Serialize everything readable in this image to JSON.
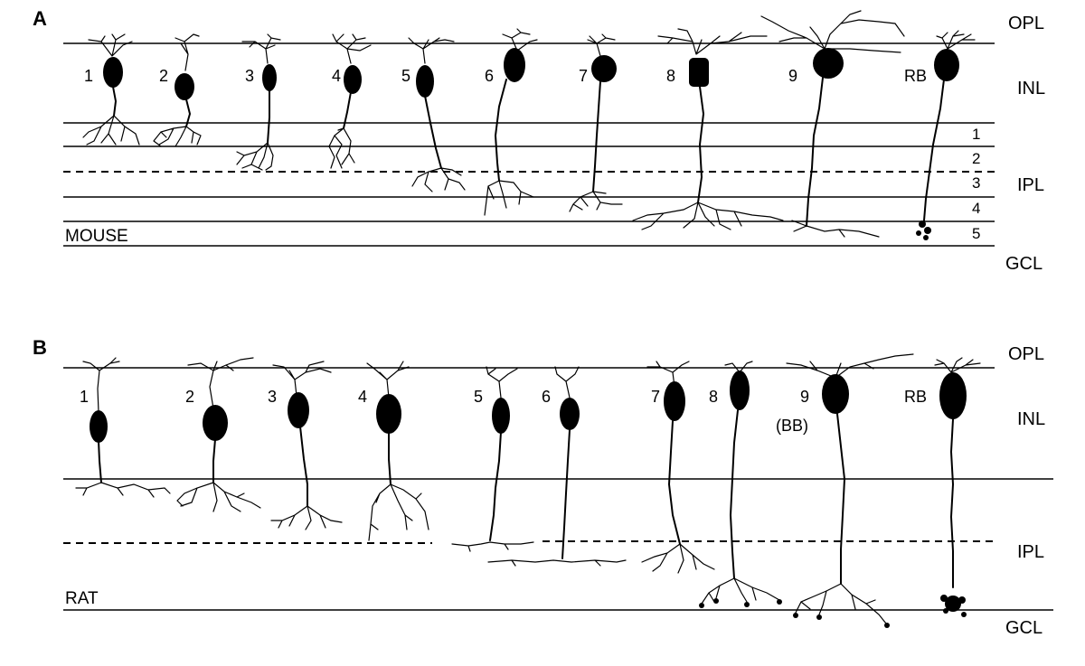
{
  "panel_a": {
    "letter": "A",
    "species": "MOUSE",
    "cell_labels": [
      "1",
      "2",
      "3",
      "4",
      "5",
      "6",
      "7",
      "8",
      "9",
      "RB"
    ],
    "layer_labels": {
      "opl": "OPL",
      "inl": "INL",
      "ipl": "IPL",
      "gcl": "GCL"
    },
    "strata": [
      "1",
      "2",
      "3",
      "4",
      "5"
    ]
  },
  "panel_b": {
    "letter": "B",
    "species": "RAT",
    "cell_labels": [
      "1",
      "2",
      "3",
      "4",
      "5",
      "6",
      "7",
      "8",
      "9",
      "RB"
    ],
    "cell9_sublabel": "(BB)",
    "layer_labels": {
      "opl": "OPL",
      "inl": "INL",
      "ipl": "IPL",
      "gcl": "GCL"
    }
  }
}
